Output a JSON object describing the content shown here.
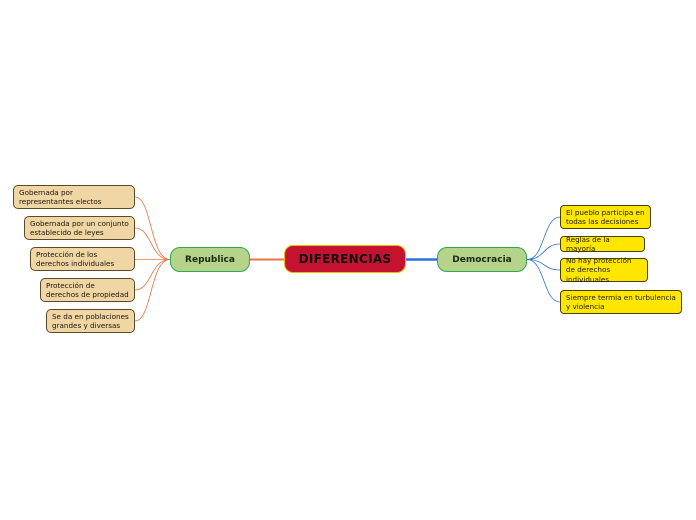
{
  "central": {
    "label": "DIFERENCIAS"
  },
  "branches": {
    "left": {
      "label": "Republica",
      "items": [
        "Gobernada por representantes electos",
        "Gobernada por un conjunto establecido de leyes",
        "Protección de los derechos individuales",
        "Protección de derechos de propiedad",
        "Se da en poblaciones grandes y diversas"
      ]
    },
    "right": {
      "label": "Democracia",
      "items": [
        "El pueblo participa en todas las decisiones",
        "Reglas de la mayoría",
        "No hay protección de derechos individuales",
        "Siempre termia en turbulencia y violencia"
      ]
    }
  },
  "colors": {
    "central_fill": "#c4122f",
    "central_border": "#e8c000",
    "main_fill": "#b5d38a",
    "main_border": "#2fa84f",
    "left_leaf_fill": "#efd6a4",
    "right_leaf_fill": "#ffe600",
    "left_connector": "#e8744a",
    "right_connector": "#2f6fd6"
  }
}
